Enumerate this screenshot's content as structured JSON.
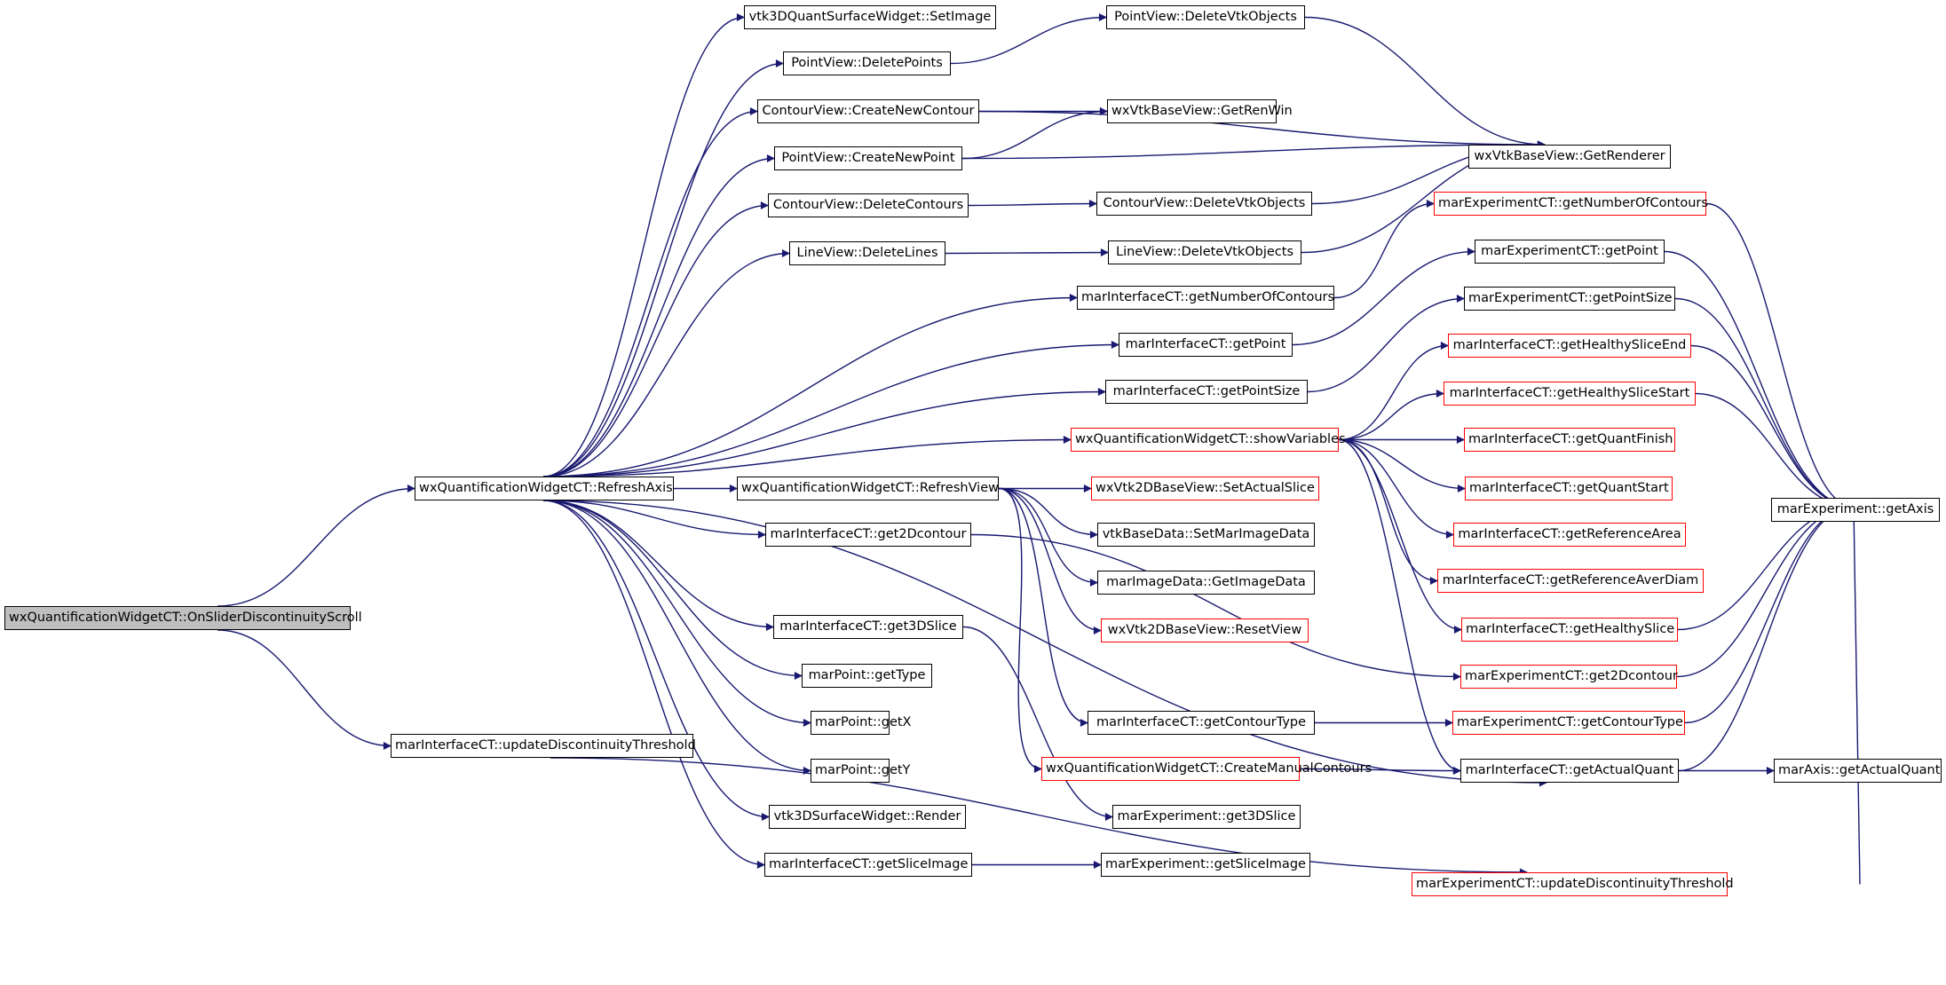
{
  "diagram": {
    "edge_color": "#191970",
    "node_border": "#000000",
    "node_border_red": "#ff0000",
    "root_fill": "#bfbfbf",
    "nodes": [
      {
        "id": "n0",
        "label": "wxQuantificationWidgetCT::OnSliderDiscontinuityScroll",
        "style": "root"
      },
      {
        "id": "n1",
        "label": "wxQuantificationWidgetCT::RefreshAxis",
        "style": "black"
      },
      {
        "id": "n2",
        "label": "marInterfaceCT::updateDiscontinuityThreshold",
        "style": "black"
      },
      {
        "id": "n3",
        "label": "vtk3DQuantSurfaceWidget::SetImage",
        "style": "black"
      },
      {
        "id": "n4",
        "label": "PointView::DeletePoints",
        "style": "black"
      },
      {
        "id": "n5",
        "label": "ContourView::CreateNewContour",
        "style": "black"
      },
      {
        "id": "n6",
        "label": "PointView::CreateNewPoint",
        "style": "black"
      },
      {
        "id": "n7",
        "label": "ContourView::DeleteContours",
        "style": "black"
      },
      {
        "id": "n8",
        "label": "LineView::DeleteLines",
        "style": "black"
      },
      {
        "id": "n9",
        "label": "marInterfaceCT::getNumberOfContours",
        "style": "black"
      },
      {
        "id": "n10",
        "label": "marInterfaceCT::getPoint",
        "style": "black"
      },
      {
        "id": "n11",
        "label": "marInterfaceCT::getPointSize",
        "style": "black"
      },
      {
        "id": "n12",
        "label": "wxQuantificationWidgetCT::showVariables",
        "style": "red"
      },
      {
        "id": "n13",
        "label": "wxQuantificationWidgetCT::RefreshView",
        "style": "black"
      },
      {
        "id": "n14",
        "label": "marInterfaceCT::get2Dcontour",
        "style": "black"
      },
      {
        "id": "n15",
        "label": "marInterfaceCT::get3DSlice",
        "style": "black"
      },
      {
        "id": "n16",
        "label": "marPoint::getType",
        "style": "black"
      },
      {
        "id": "n17",
        "label": "marPoint::getX",
        "style": "black"
      },
      {
        "id": "n18",
        "label": "marPoint::getY",
        "style": "black"
      },
      {
        "id": "n19",
        "label": "vtk3DSurfaceWidget::Render",
        "style": "black"
      },
      {
        "id": "n20",
        "label": "marInterfaceCT::getSliceImage",
        "style": "black"
      },
      {
        "id": "n21",
        "label": "PointView::DeleteVtkObjects",
        "style": "black"
      },
      {
        "id": "n22",
        "label": "wxVtkBaseView::GetRenWin",
        "style": "black"
      },
      {
        "id": "n23",
        "label": "ContourView::DeleteVtkObjects",
        "style": "black"
      },
      {
        "id": "n24",
        "label": "LineView::DeleteVtkObjects",
        "style": "black"
      },
      {
        "id": "n25",
        "label": "wxVtk2DBaseView::SetActualSlice",
        "style": "red"
      },
      {
        "id": "n26",
        "label": "vtkBaseData::SetMarImageData",
        "style": "black"
      },
      {
        "id": "n27",
        "label": "marImageData::GetImageData",
        "style": "black"
      },
      {
        "id": "n28",
        "label": "wxVtk2DBaseView::ResetView",
        "style": "red"
      },
      {
        "id": "n29",
        "label": "marInterfaceCT::getContourType",
        "style": "black"
      },
      {
        "id": "n30",
        "label": "wxQuantificationWidgetCT::CreateManualContours",
        "style": "red"
      },
      {
        "id": "n31",
        "label": "marExperiment::get3DSlice",
        "style": "black"
      },
      {
        "id": "n32",
        "label": "marExperiment::getSliceImage",
        "style": "black"
      },
      {
        "id": "n33",
        "label": "wxVtkBaseView::GetRenderer",
        "style": "black"
      },
      {
        "id": "n34",
        "label": "marExperimentCT::getNumberOfContours",
        "style": "red"
      },
      {
        "id": "n35",
        "label": "marExperimentCT::getPoint",
        "style": "black"
      },
      {
        "id": "n36",
        "label": "marExperimentCT::getPointSize",
        "style": "black"
      },
      {
        "id": "n37",
        "label": "marInterfaceCT::getHealthySliceEnd",
        "style": "red"
      },
      {
        "id": "n38",
        "label": "marInterfaceCT::getHealthySliceStart",
        "style": "red"
      },
      {
        "id": "n39",
        "label": "marInterfaceCT::getQuantFinish",
        "style": "red"
      },
      {
        "id": "n40",
        "label": "marInterfaceCT::getQuantStart",
        "style": "red"
      },
      {
        "id": "n41",
        "label": "marInterfaceCT::getReferenceArea",
        "style": "red"
      },
      {
        "id": "n42",
        "label": "marInterfaceCT::getReferenceAverDiam",
        "style": "red"
      },
      {
        "id": "n43",
        "label": "marInterfaceCT::getHealthySlice",
        "style": "red"
      },
      {
        "id": "n44",
        "label": "marExperimentCT::get2Dcontour",
        "style": "red"
      },
      {
        "id": "n45",
        "label": "marExperimentCT::getContourType",
        "style": "red"
      },
      {
        "id": "n46",
        "label": "marInterfaceCT::getActualQuant",
        "style": "black"
      },
      {
        "id": "n47",
        "label": "marExperimentCT::updateDiscontinuityThreshold",
        "style": "red"
      },
      {
        "id": "n48",
        "label": "marExperiment::getAxis",
        "style": "black"
      },
      {
        "id": "n49",
        "label": "marAxis::getActualQuant",
        "style": "black"
      }
    ],
    "edges": [
      [
        "n0",
        "n1"
      ],
      [
        "n0",
        "n2"
      ],
      [
        "n1",
        "n3"
      ],
      [
        "n1",
        "n4"
      ],
      [
        "n1",
        "n5"
      ],
      [
        "n1",
        "n6"
      ],
      [
        "n1",
        "n7"
      ],
      [
        "n1",
        "n8"
      ],
      [
        "n1",
        "n9"
      ],
      [
        "n1",
        "n10"
      ],
      [
        "n1",
        "n11"
      ],
      [
        "n1",
        "n12"
      ],
      [
        "n1",
        "n13"
      ],
      [
        "n1",
        "n14"
      ],
      [
        "n1",
        "n15"
      ],
      [
        "n1",
        "n16"
      ],
      [
        "n1",
        "n17"
      ],
      [
        "n1",
        "n18"
      ],
      [
        "n1",
        "n19"
      ],
      [
        "n1",
        "n20"
      ],
      [
        "n1",
        "n46"
      ],
      [
        "n2",
        "n47"
      ],
      [
        "n4",
        "n21"
      ],
      [
        "n5",
        "n22"
      ],
      [
        "n5",
        "n33"
      ],
      [
        "n6",
        "n22"
      ],
      [
        "n6",
        "n33"
      ],
      [
        "n7",
        "n23"
      ],
      [
        "n8",
        "n24"
      ],
      [
        "n9",
        "n34"
      ],
      [
        "n10",
        "n35"
      ],
      [
        "n11",
        "n36"
      ],
      [
        "n12",
        "n37"
      ],
      [
        "n12",
        "n38"
      ],
      [
        "n12",
        "n39"
      ],
      [
        "n12",
        "n40"
      ],
      [
        "n12",
        "n41"
      ],
      [
        "n12",
        "n42"
      ],
      [
        "n12",
        "n43"
      ],
      [
        "n12",
        "n46"
      ],
      [
        "n13",
        "n25"
      ],
      [
        "n13",
        "n26"
      ],
      [
        "n13",
        "n27"
      ],
      [
        "n13",
        "n28"
      ],
      [
        "n13",
        "n29"
      ],
      [
        "n13",
        "n30"
      ],
      [
        "n14",
        "n44"
      ],
      [
        "n15",
        "n31"
      ],
      [
        "n20",
        "n32"
      ],
      [
        "n21",
        "n33"
      ],
      [
        "n23",
        "n33"
      ],
      [
        "n24",
        "n33"
      ],
      [
        "n29",
        "n45"
      ],
      [
        "n30",
        "n46"
      ],
      [
        "n34",
        "n48"
      ],
      [
        "n35",
        "n48"
      ],
      [
        "n36",
        "n48"
      ],
      [
        "n37",
        "n48"
      ],
      [
        "n38",
        "n48"
      ],
      [
        "n43",
        "n48"
      ],
      [
        "n44",
        "n48"
      ],
      [
        "n45",
        "n48"
      ],
      [
        "n46",
        "n48"
      ],
      [
        "n46",
        "n49"
      ],
      [
        "n47",
        "n48"
      ]
    ]
  }
}
